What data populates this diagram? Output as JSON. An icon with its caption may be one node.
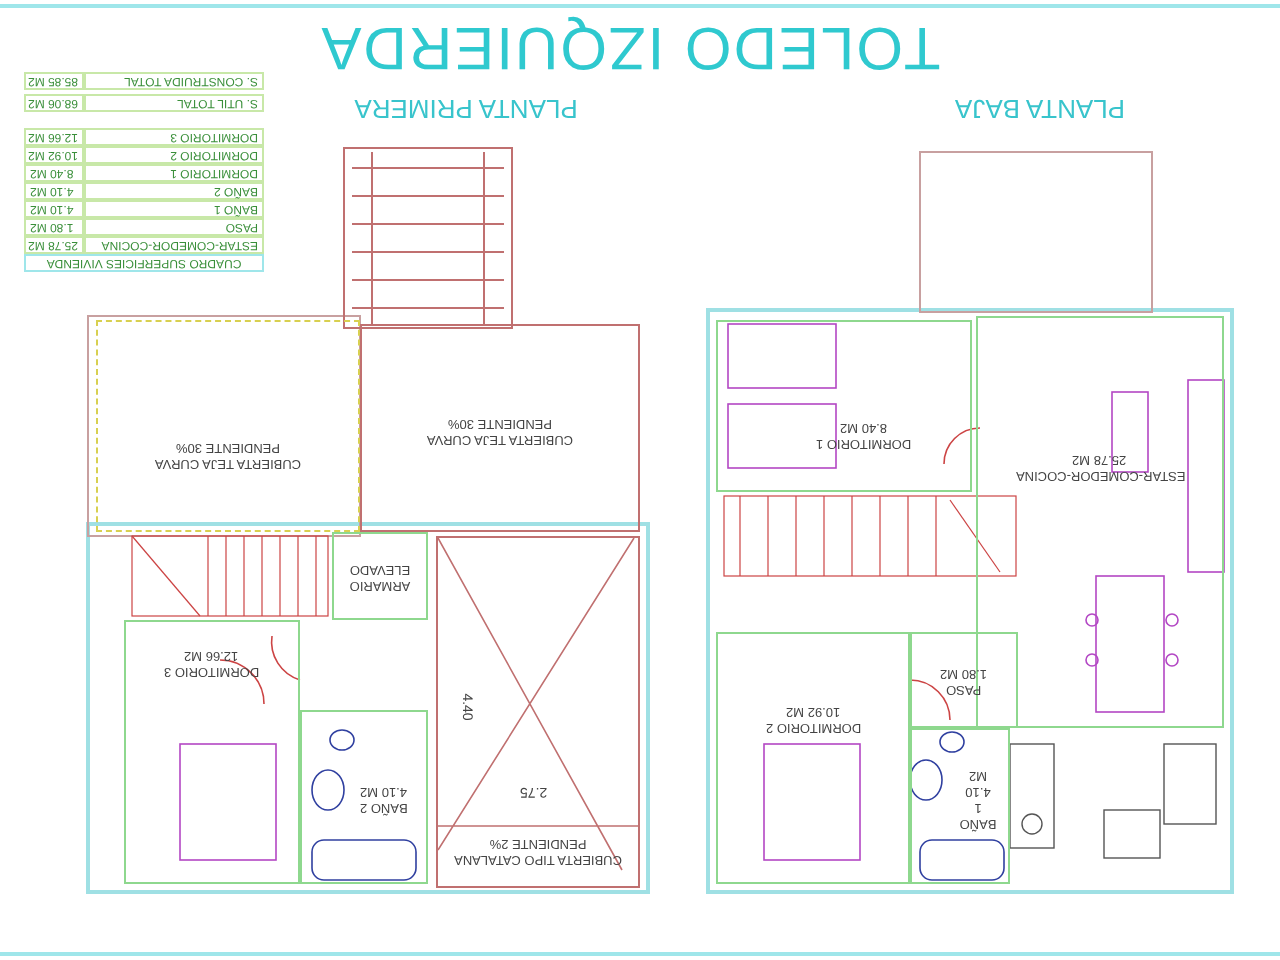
{
  "diagram": {
    "title": "TOLEDO IZQUIERDA",
    "nodes": [
      {
        "text": [
          "CUBIERTA TEJA CURVA PENDIENTE 30%"
        ]
      },
      {
        "text": [
          "CUBIERTA TEJA CURVA PENDIENTE 30%"
        ]
      },
      {
        "text": [
          "DORMITORIO 1",
          "8.40 M2"
        ]
      },
      {
        "text": [
          "ESTAR-COMEDOR-COCINA",
          "25.78 M2"
        ]
      },
      {
        "text": [
          "ARMARIO ELEVADO"
        ]
      },
      {
        "text": [
          "CUBIERTA TIPO CATALANA PENDIENTE 2%"
        ]
      },
      {
        "text": [
          "DORMITORIO 3",
          "12.66 M2"
        ]
      },
      {
        "text": [
          "PASO",
          "1.80 M2"
        ]
      },
      {
        "text": [
          "DORMITORIO 2",
          "10.92 M2"
        ]
      },
      {
        "text": [
          "BAÑO 2",
          "4.10 M2"
        ]
      },
      {
        "text": [
          "BAÑO 1",
          "4.10 M2"
        ]
      }
    ],
    "labels": [
      "PLANTA PRIMERA",
      "PLANTA BAJA",
      "CUADRO SUPERFICIES VIVIENDA",
      "ESTAR-COMEDOR-COCINA",
      "25.78 M2",
      "PASO",
      "1.80 M2",
      "BAÑO 1",
      "4.10 M2",
      "BAÑO 2",
      "4.10 M2",
      "DORMITORIO 1",
      "8.40 M2",
      "DORMITORIO 2",
      "10.92 M2",
      "DORMITORIO 3",
      "12.66 M2",
      "S. UTIL TOTAL",
      "68.06 M2",
      "S. CONSTRUIDA TOTAL",
      "85.85 M2",
      "4.40",
      "2.75"
    ]
  }
}
